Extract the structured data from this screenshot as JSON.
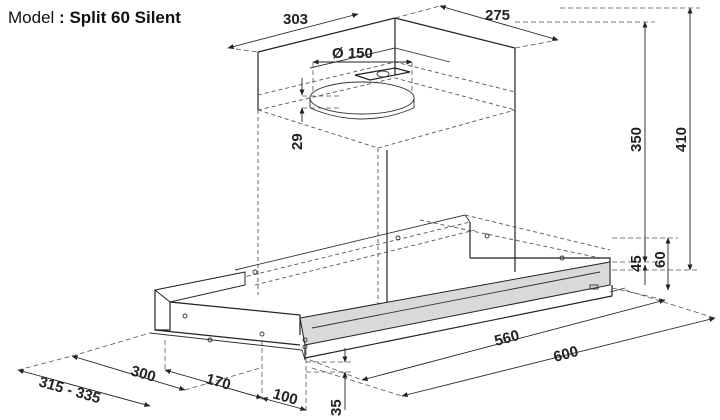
{
  "model": {
    "label": "Model",
    "separator": ":",
    "name": "Split 60 Silent"
  },
  "dimensions": {
    "chimney_depth": "303",
    "chimney_width": "275",
    "duct_diameter": "Ø 150",
    "duct_offset": "29",
    "chimney_height": "350",
    "total_height": "410",
    "canopy_height_inner": "45",
    "canopy_height": "60",
    "inner_width": "560",
    "total_width": "600",
    "depth": "300",
    "wall_depth_range": "315 - 335",
    "offset_170": "170",
    "offset_100": "100",
    "front_strip": "35"
  },
  "colors": {
    "line": "#222222",
    "panel": "#d9d9d9"
  }
}
